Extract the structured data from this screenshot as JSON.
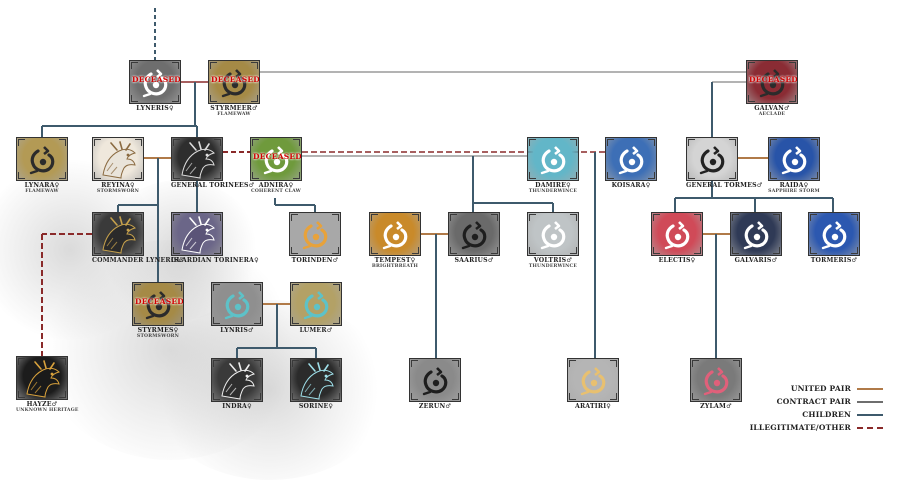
{
  "labels": {
    "deceased": "DECEASED"
  },
  "nodes": [
    {
      "name": "Lyneris",
      "sex": "♀",
      "sub": "",
      "color": "#6e6e6e",
      "mark": "#ffffff",
      "deceased": true
    },
    {
      "name": "Styrmeer",
      "sex": "♂",
      "sub": "Flamewaw",
      "color": "#a58a46",
      "mark": "#2b2b2b",
      "deceased": true
    },
    {
      "name": "Galvan",
      "sex": "♂",
      "sub": "Aeclade",
      "color": "#8a2c34",
      "mark": "#2b2b2b",
      "deceased": true
    },
    {
      "name": "Lynara",
      "sex": "♀",
      "sub": "Flamewaw",
      "color": "#b39a55",
      "mark": "#2b2b2b",
      "deceased": false
    },
    {
      "name": "Reyina",
      "sex": "♀",
      "sub": "Stormsworn",
      "color": "#efe8dc",
      "mark": "#8a6a40",
      "deceased": false,
      "dragon": "#e9e4da"
    },
    {
      "name": "General Torinees",
      "sex": "♂",
      "sub": "",
      "color": "#2e2e2e",
      "mark": "#dddddd",
      "deceased": false,
      "dragon": "#2a2a2a"
    },
    {
      "name": "Adnira",
      "sex": "♀",
      "sub": "Coherent Claw",
      "color": "#6f9a3c",
      "mark": "#ffffff",
      "deceased": true
    },
    {
      "name": "Damire",
      "sex": "♀",
      "sub": "Thunderwince",
      "color": "#62b6c8",
      "mark": "#ffffff",
      "deceased": false
    },
    {
      "name": "Koisara",
      "sex": "♀",
      "sub": "",
      "color": "#3d6fb6",
      "mark": "#ffffff",
      "deceased": false
    },
    {
      "name": "General Tormes",
      "sex": "♂",
      "sub": "",
      "color": "#d4d4d4",
      "mark": "#222222",
      "deceased": false
    },
    {
      "name": "Raida",
      "sex": "♀",
      "sub": "Sapphire Storm",
      "color": "#2854a8",
      "mark": "#ffffff",
      "deceased": false
    },
    {
      "name": "Commander Lyneris",
      "sex": "♂",
      "sub": "",
      "color": "#3a3a3a",
      "mark": "#c6a14c",
      "deceased": false,
      "dragon": "#2a2a2a"
    },
    {
      "name": "Guardian Torinera",
      "sex": "♀",
      "sub": "",
      "color": "#6b6688",
      "mark": "#ffffff",
      "deceased": false,
      "dragon": "#5b5478"
    },
    {
      "name": "Torinden",
      "sex": "♂",
      "sub": "",
      "color": "#a8a8a8",
      "mark": "#e8a23a",
      "deceased": false
    },
    {
      "name": "Tempest",
      "sex": "♀",
      "sub": "Brightbreath",
      "color": "#c98a2a",
      "mark": "#ffffff",
      "deceased": false
    },
    {
      "name": "Saarius",
      "sex": "♂",
      "sub": "",
      "color": "#6a6a6a",
      "mark": "#1e1e1e",
      "deceased": false
    },
    {
      "name": "Voltris",
      "sex": "♂",
      "sub": "Thunderwince",
      "color": "#bfc4c6",
      "mark": "#ffffff",
      "deceased": false
    },
    {
      "name": "Electis",
      "sex": "♀",
      "sub": "",
      "color": "#d04a58",
      "mark": "#ffffff",
      "deceased": false
    },
    {
      "name": "Galvaris",
      "sex": "♂",
      "sub": "",
      "color": "#2f3a56",
      "mark": "#ffffff",
      "deceased": false
    },
    {
      "name": "Tormeris",
      "sex": "♂",
      "sub": "",
      "color": "#2c58b0",
      "mark": "#ffffff",
      "deceased": false
    },
    {
      "name": "Styrmes",
      "sex": "♀",
      "sub": "Stormsworn",
      "color": "#a58a46",
      "mark": "#2b2b2b",
      "deceased": true
    },
    {
      "name": "Lynris",
      "sex": "♂",
      "sub": "",
      "color": "#8f8f8f",
      "mark": "#5dc2c8",
      "deceased": false
    },
    {
      "name": "Lumer",
      "sex": "♂",
      "sub": "",
      "color": "#b3a166",
      "mark": "#5dc2c8",
      "deceased": false
    },
    {
      "name": "Hayze",
      "sex": "♂",
      "sub": "Unknown Heritage",
      "color": "#1c1c1c",
      "mark": "#d9a23c",
      "deceased": false,
      "dragon": "#1a1a1a"
    },
    {
      "name": "Indra",
      "sex": "♀",
      "sub": "",
      "color": "#3a3a3a",
      "mark": "#eeeeee",
      "deceased": false,
      "dragon": "#2e2e2e"
    },
    {
      "name": "Sorine",
      "sex": "♀",
      "sub": "",
      "color": "#2b2b2b",
      "mark": "#9fe0ea",
      "deceased": false,
      "dragon": "#2b2b2b"
    },
    {
      "name": "Zerun",
      "sex": "♂",
      "sub": "",
      "color": "#8a8a8a",
      "mark": "#1e1e1e",
      "deceased": false
    },
    {
      "name": "Aratiri",
      "sex": "♀",
      "sub": "",
      "color": "#b5b5b5",
      "mark": "#e8c070",
      "deceased": false
    },
    {
      "name": "Zylam",
      "sex": "♂",
      "sub": "",
      "color": "#7a7a7a",
      "mark": "#e0607a",
      "deceased": false
    }
  ],
  "legend": [
    {
      "label": "United Pair",
      "color": "#b07a48",
      "style": "solid"
    },
    {
      "label": "Contract Pair",
      "color": "#6e6e6e",
      "style": "solid"
    },
    {
      "label": "Children",
      "color": "#3e5a6c",
      "style": "solid"
    },
    {
      "label": "Illegitimate/Other",
      "color": "#8a2a2a",
      "style": "dashed"
    }
  ]
}
